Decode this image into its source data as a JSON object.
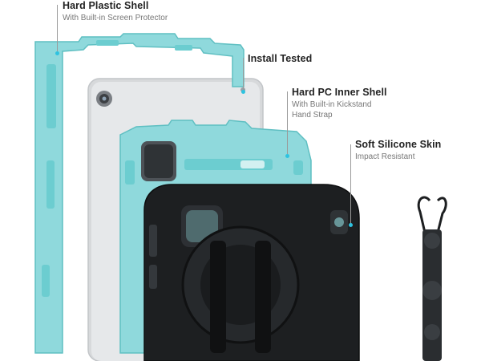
{
  "features": [
    {
      "title": "Hard Plastic Shell",
      "subtitle": "With Built-in Screen Protector"
    },
    {
      "title": "Install Tested"
    },
    {
      "title": "Hard PC Inner Shell",
      "subtitle_lines": [
        "With Built-in Kickstand",
        "Hand Strap"
      ]
    },
    {
      "title": "Soft Silicone Skin",
      "subtitle": "Impact Resistant"
    }
  ],
  "colors": {
    "mint": "#8fd9dc",
    "mint_dark": "#62c3c6",
    "black_case": "#1d1f21",
    "tablet_silver": "#d6d8da",
    "accent_dot": "#2ec3e0"
  }
}
